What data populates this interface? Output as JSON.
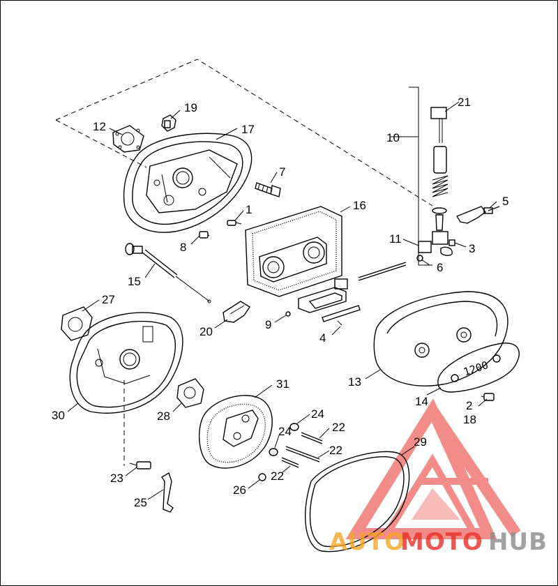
{
  "callouts": {
    "c1": "1",
    "c2": "2",
    "c3": "3",
    "c4": "4",
    "c5": "5",
    "c6": "6",
    "c7": "7",
    "c8": "8",
    "c9": "9",
    "c10": "10",
    "c11": "11",
    "c12": "12",
    "c13": "13",
    "c14": "14",
    "c15": "15",
    "c16": "16",
    "c17": "17",
    "c18": "18",
    "c19": "19",
    "c20": "20",
    "c21": "21",
    "c22a": "22",
    "c22b": "22",
    "c22c": "22",
    "c23": "23",
    "c24a": "24",
    "c24b": "24",
    "c25": "25",
    "c26": "26",
    "c27": "27",
    "c28": "28",
    "c29": "29",
    "c30": "30",
    "c31": "31"
  },
  "cover_badge": "1200",
  "watermark": {
    "part1": "AUTO",
    "part2": "MOTO",
    "part3": "HUB",
    "colors": {
      "red": "#e8302a",
      "orange": "#f5a623",
      "gray": "#8a8a8a"
    }
  }
}
